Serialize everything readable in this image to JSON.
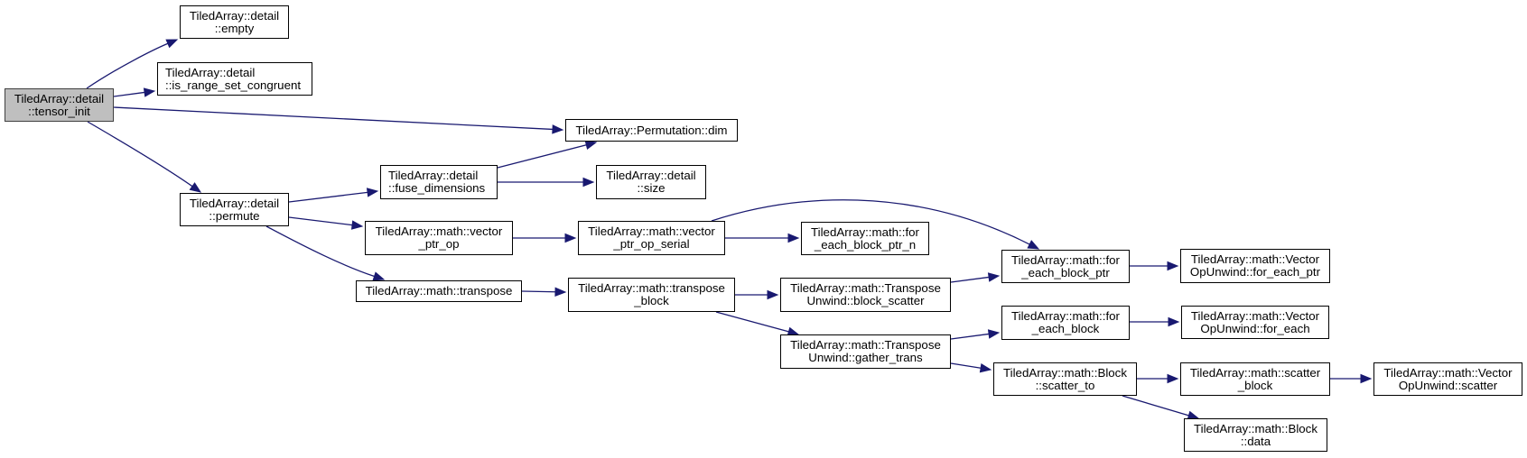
{
  "diagram": {
    "type": "call-graph",
    "edge_color": "#191970",
    "root_fill": "#bfbfbf",
    "nodes": [
      {
        "id": "tensor_init",
        "lines": [
          "TiledArray::detail",
          "::tensor_init"
        ],
        "root": true,
        "align": "center"
      },
      {
        "id": "empty",
        "lines": [
          "TiledArray::detail",
          "::empty"
        ],
        "align": "center"
      },
      {
        "id": "is_range_set_congruent",
        "lines": [
          "TiledArray::detail",
          "::is_range_set_congruent"
        ],
        "align": "left"
      },
      {
        "id": "permutation_dim",
        "lines": [
          "TiledArray::Permutation::dim"
        ],
        "align": "center"
      },
      {
        "id": "permute",
        "lines": [
          "TiledArray::detail",
          "::permute"
        ],
        "align": "center"
      },
      {
        "id": "fuse_dimensions",
        "lines": [
          "TiledArray::detail",
          "::fuse_dimensions"
        ],
        "align": "left"
      },
      {
        "id": "detail_size",
        "lines": [
          "TiledArray::detail",
          "::size"
        ],
        "align": "center"
      },
      {
        "id": "vector_ptr_op",
        "lines": [
          "TiledArray::math::vector",
          "_ptr_op"
        ],
        "align": "center"
      },
      {
        "id": "vector_ptr_op_serial",
        "lines": [
          "TiledArray::math::vector",
          "_ptr_op_serial"
        ],
        "align": "center"
      },
      {
        "id": "for_each_block_ptr_n",
        "lines": [
          "TiledArray::math::for",
          "_each_block_ptr_n"
        ],
        "align": "center"
      },
      {
        "id": "transpose",
        "lines": [
          "TiledArray::math::transpose"
        ],
        "align": "center"
      },
      {
        "id": "transpose_block",
        "lines": [
          "TiledArray::math::transpose",
          "_block"
        ],
        "align": "center"
      },
      {
        "id": "block_scatter",
        "lines": [
          "TiledArray::math::Transpose",
          "Unwind::block_scatter"
        ],
        "align": "center"
      },
      {
        "id": "gather_trans",
        "lines": [
          "TiledArray::math::Transpose",
          "Unwind::gather_trans"
        ],
        "align": "center"
      },
      {
        "id": "for_each_block_ptr",
        "lines": [
          "TiledArray::math::for",
          "_each_block_ptr"
        ],
        "align": "center"
      },
      {
        "id": "for_each_block",
        "lines": [
          "TiledArray::math::for",
          "_each_block"
        ],
        "align": "center"
      },
      {
        "id": "scatter_to",
        "lines": [
          "TiledArray::math::Block",
          "::scatter_to"
        ],
        "align": "center"
      },
      {
        "id": "vou_for_each_ptr",
        "lines": [
          "TiledArray::math::Vector",
          "OpUnwind::for_each_ptr"
        ],
        "align": "center"
      },
      {
        "id": "vou_for_each",
        "lines": [
          "TiledArray::math::Vector",
          "OpUnwind::for_each"
        ],
        "align": "center"
      },
      {
        "id": "scatter_block",
        "lines": [
          "TiledArray::math::scatter",
          "_block"
        ],
        "align": "center"
      },
      {
        "id": "vou_scatter",
        "lines": [
          "TiledArray::math::Vector",
          "OpUnwind::scatter"
        ],
        "align": "center"
      },
      {
        "id": "block_data",
        "lines": [
          "TiledArray::math::Block",
          "::data"
        ],
        "align": "center"
      }
    ],
    "edges": [
      [
        "tensor_init",
        "empty"
      ],
      [
        "tensor_init",
        "is_range_set_congruent"
      ],
      [
        "tensor_init",
        "permutation_dim"
      ],
      [
        "tensor_init",
        "permute"
      ],
      [
        "permute",
        "fuse_dimensions"
      ],
      [
        "permute",
        "vector_ptr_op"
      ],
      [
        "permute",
        "transpose"
      ],
      [
        "fuse_dimensions",
        "permutation_dim"
      ],
      [
        "fuse_dimensions",
        "detail_size"
      ],
      [
        "vector_ptr_op",
        "vector_ptr_op_serial"
      ],
      [
        "vector_ptr_op_serial",
        "for_each_block_ptr_n"
      ],
      [
        "vector_ptr_op_serial",
        "for_each_block_ptr"
      ],
      [
        "transpose",
        "transpose_block"
      ],
      [
        "transpose_block",
        "block_scatter"
      ],
      [
        "transpose_block",
        "gather_trans"
      ],
      [
        "block_scatter",
        "for_each_block_ptr"
      ],
      [
        "gather_trans",
        "for_each_block"
      ],
      [
        "gather_trans",
        "scatter_to"
      ],
      [
        "for_each_block_ptr",
        "vou_for_each_ptr"
      ],
      [
        "for_each_block",
        "vou_for_each"
      ],
      [
        "scatter_to",
        "scatter_block"
      ],
      [
        "scatter_to",
        "block_data"
      ],
      [
        "scatter_block",
        "vou_scatter"
      ]
    ]
  }
}
